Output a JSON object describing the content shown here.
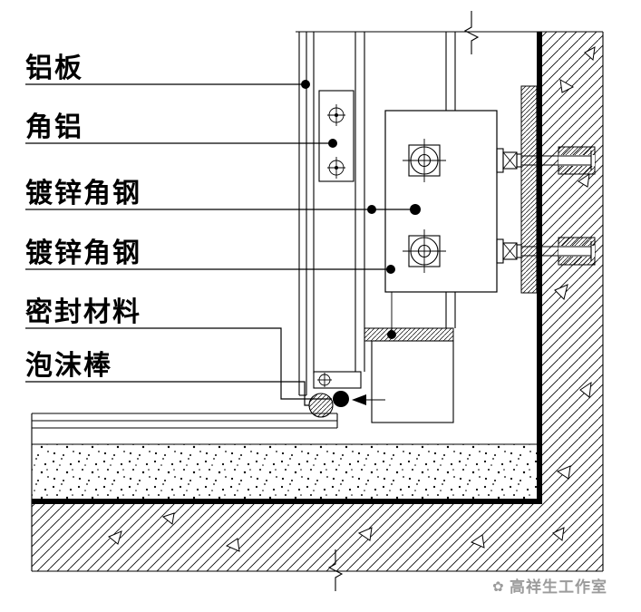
{
  "diagram": {
    "labels": [
      {
        "id": "aluminum-plate",
        "text": "铝板"
      },
      {
        "id": "angle-aluminum",
        "text": "角铝"
      },
      {
        "id": "galvanized-angle-steel-1",
        "text": "镀锌角钢"
      },
      {
        "id": "galvanized-angle-steel-2",
        "text": "镀锌角钢"
      },
      {
        "id": "sealing-material",
        "text": "密封材料"
      },
      {
        "id": "foam-rod",
        "text": "泡沫棒"
      }
    ],
    "watermark": {
      "glyph": "✿",
      "text": "高祥生工作室",
      "color": "#9b9b9b",
      "shadow_color": "#ffffff"
    },
    "colors": {
      "line": "#000000",
      "background": "#ffffff"
    }
  }
}
